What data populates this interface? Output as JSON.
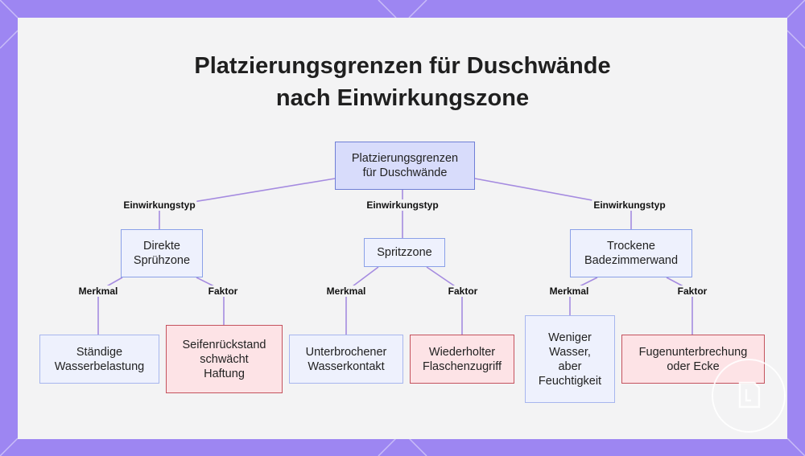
{
  "title": {
    "line1": "Platzierungsgrenzen für Duschwände",
    "line2": "nach Einwirkungszone"
  },
  "nodes": {
    "root": "Platzierungsgrenzen für Duschwände",
    "direct": "Direkte Sprühzone",
    "splash": "Spritzzone",
    "dry": "Trockene Badezimmerwand",
    "leaf_direct_feature": "Ständige Wasserbelastung",
    "leaf_direct_factor": "Seifenrückstand schwächt Haftung",
    "leaf_splash_feature": "Unterbrochener Wasserkontakt",
    "leaf_splash_factor": "Wiederholter Flaschenzugriff",
    "leaf_dry_feature": "Weniger Wasser, aber Feuchtigkeit",
    "leaf_dry_factor": "Fugenunterbrechung oder Ecke"
  },
  "edge_labels": {
    "type_direct": "Einwirkungstyp",
    "type_splash": "Einwirkungstyp",
    "type_dry": "Einwirkungstyp",
    "direct_feature": "Merkmal",
    "direct_factor": "Faktor",
    "splash_feature": "Merkmal",
    "splash_factor": "Faktor",
    "dry_feature": "Merkmal",
    "dry_factor": "Faktor"
  },
  "colors": {
    "background": "#9d86f2",
    "edge": "#a58be0",
    "root_fill": "#d8dcfb",
    "leaf_red_fill": "#fde3e6",
    "leaf_red_border": "#c4525d"
  },
  "icons": [
    "logo-icon"
  ]
}
